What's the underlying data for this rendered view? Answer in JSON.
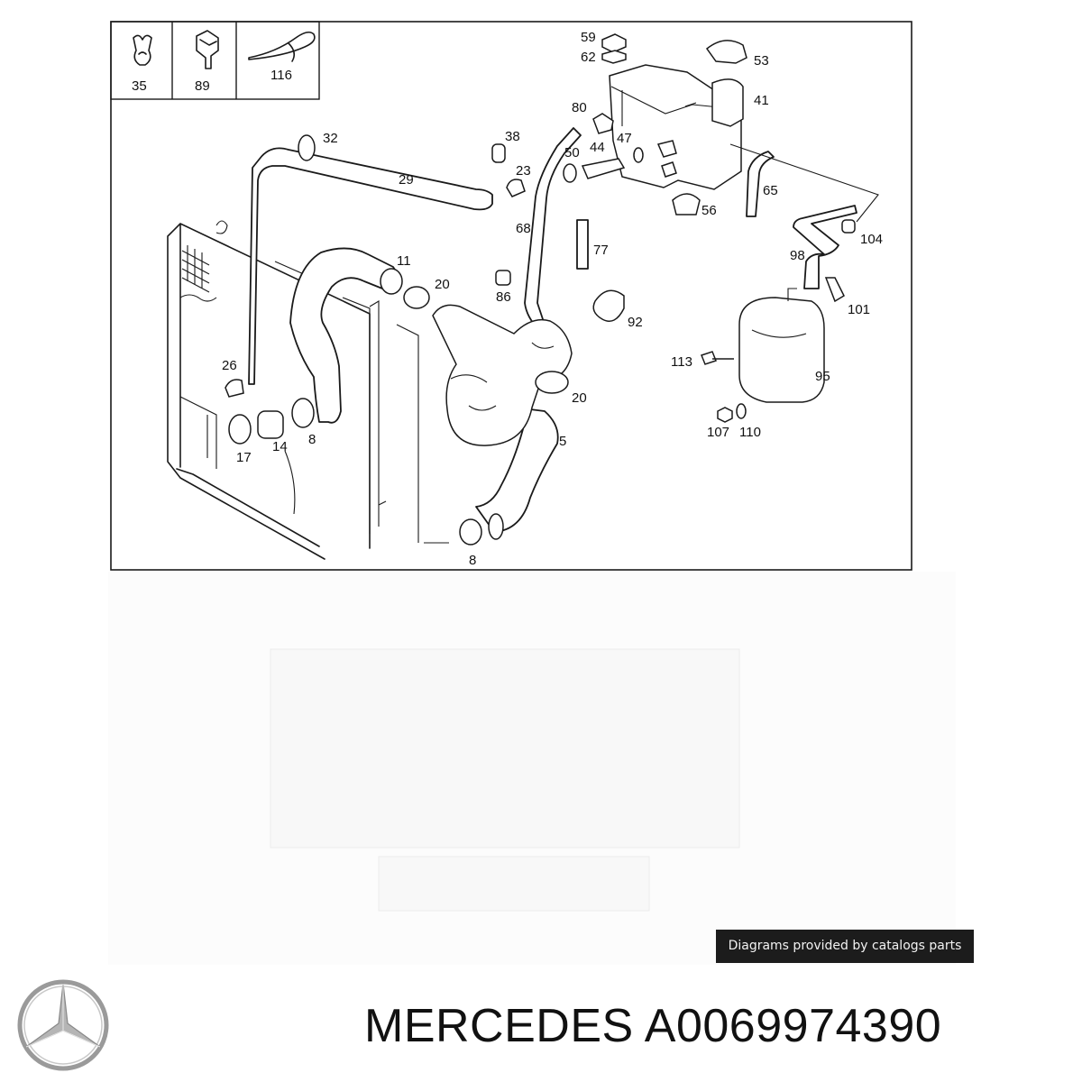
{
  "diagram": {
    "callouts": [
      {
        "id": "35",
        "label": "35"
      },
      {
        "id": "89",
        "label": "89"
      },
      {
        "id": "116",
        "label": "116"
      },
      {
        "id": "59",
        "label": "59"
      },
      {
        "id": "62",
        "label": "62"
      },
      {
        "id": "53",
        "label": "53"
      },
      {
        "id": "41",
        "label": "41"
      },
      {
        "id": "80",
        "label": "80"
      },
      {
        "id": "32",
        "label": "32"
      },
      {
        "id": "38",
        "label": "38"
      },
      {
        "id": "44",
        "label": "44"
      },
      {
        "id": "47",
        "label": "47"
      },
      {
        "id": "50",
        "label": "50"
      },
      {
        "id": "23",
        "label": "23"
      },
      {
        "id": "29",
        "label": "29"
      },
      {
        "id": "65",
        "label": "65"
      },
      {
        "id": "56",
        "label": "56"
      },
      {
        "id": "68",
        "label": "68"
      },
      {
        "id": "104",
        "label": "104"
      },
      {
        "id": "77",
        "label": "77"
      },
      {
        "id": "98",
        "label": "98"
      },
      {
        "id": "11",
        "label": "11"
      },
      {
        "id": "20a",
        "label": "20"
      },
      {
        "id": "86",
        "label": "86"
      },
      {
        "id": "101",
        "label": "101"
      },
      {
        "id": "92",
        "label": "92"
      },
      {
        "id": "113",
        "label": "113"
      },
      {
        "id": "26",
        "label": "26"
      },
      {
        "id": "95",
        "label": "95"
      },
      {
        "id": "20b",
        "label": "20"
      },
      {
        "id": "5",
        "label": "5"
      },
      {
        "id": "14",
        "label": "14"
      },
      {
        "id": "8a",
        "label": "8"
      },
      {
        "id": "107",
        "label": "107"
      },
      {
        "id": "110",
        "label": "110"
      },
      {
        "id": "17",
        "label": "17"
      },
      {
        "id": "8b",
        "label": "8"
      }
    ]
  },
  "credit": {
    "text": "Diagrams provided by catalogs parts"
  },
  "brand": {
    "title": "MERCEDES A0069974390",
    "logo_icon": "mercedes-star-icon"
  },
  "colors": {
    "ink": "#1a1a1a",
    "badge_bg": "#1c1c1c",
    "badge_text": "#f2f2f2",
    "logo": "#9a9a9a"
  }
}
